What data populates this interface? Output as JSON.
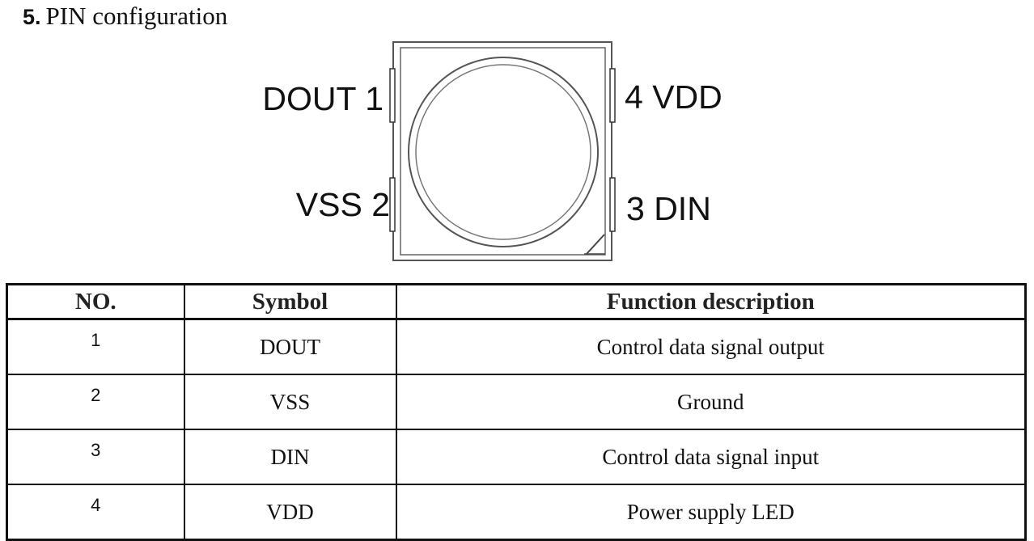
{
  "heading": {
    "number": "5.",
    "title": "PIN configuration"
  },
  "diagram": {
    "pins": {
      "p1": "DOUT 1",
      "p2": "VSS 2",
      "p3": "3 DIN",
      "p4": "4 VDD"
    }
  },
  "table": {
    "headers": [
      "NO.",
      "Symbol",
      "Function description"
    ],
    "rows": [
      {
        "no": "1",
        "symbol": "DOUT",
        "function": "Control data signal output"
      },
      {
        "no": "2",
        "symbol": "VSS",
        "function": "Ground"
      },
      {
        "no": "3",
        "symbol": "DIN",
        "function": "Control data signal input"
      },
      {
        "no": "4",
        "symbol": "VDD",
        "function": "Power supply LED"
      }
    ]
  }
}
